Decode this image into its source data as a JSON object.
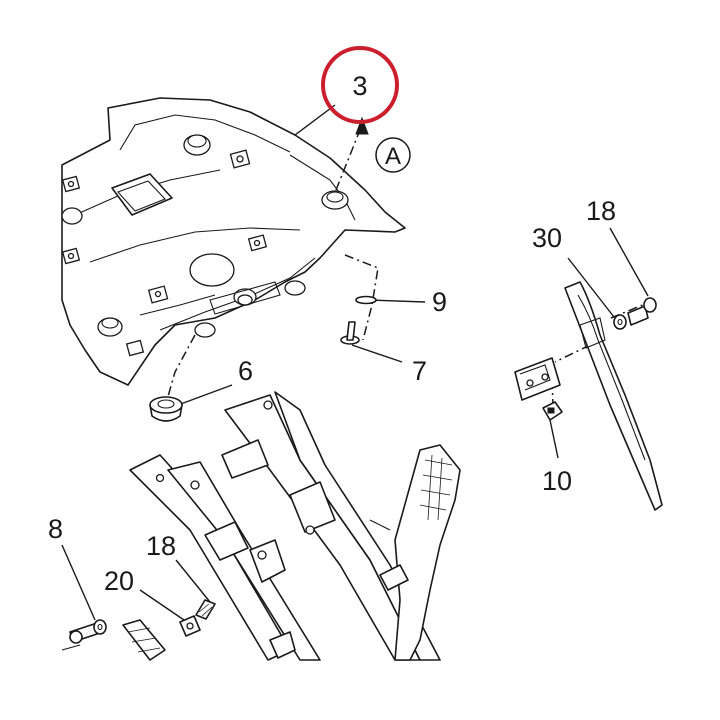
{
  "callouts": {
    "c3": "3",
    "cA": "A",
    "c9": "9",
    "c7": "7",
    "c6": "6",
    "c30": "30",
    "c18a": "18",
    "c10": "10",
    "c18b": "18",
    "c20": "20",
    "c8": "8"
  },
  "colors": {
    "line": "#1a1a1a",
    "highlight": "#cc1f2e",
    "background": "#ffffff"
  }
}
